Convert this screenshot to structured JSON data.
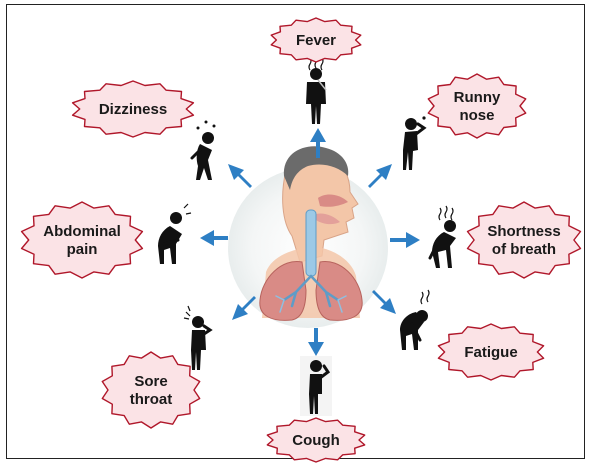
{
  "symptoms": [
    {
      "id": "fever",
      "lines": [
        "Fever"
      ]
    },
    {
      "id": "runny-nose",
      "lines": [
        "Runny",
        "nose"
      ]
    },
    {
      "id": "shortness-of-breath",
      "lines": [
        "Shortness",
        "of breath"
      ]
    },
    {
      "id": "fatigue",
      "lines": [
        "Fatigue"
      ]
    },
    {
      "id": "cough",
      "lines": [
        "Cough"
      ]
    },
    {
      "id": "sore-throat",
      "lines": [
        "Sore",
        "throat"
      ]
    },
    {
      "id": "abdominal-pain",
      "lines": [
        "Abdominal",
        "pain"
      ]
    },
    {
      "id": "dizziness",
      "lines": [
        "Dizziness"
      ]
    }
  ],
  "colors": {
    "badge_fill": "#fbe3e6",
    "badge_stroke": "#b0172a",
    "arrow": "#2e7fc4",
    "figure": "#111111",
    "skin": "#f3c6a8",
    "lung": "#d98b86",
    "airway": "#9cc9e6"
  },
  "icons": [
    "person-fever-icon",
    "person-runny-nose-icon",
    "person-shortness-of-breath-icon",
    "person-fatigue-icon",
    "person-cough-icon",
    "person-sore-throat-icon",
    "person-abdominal-pain-icon",
    "person-dizziness-icon",
    "respiratory-anatomy-icon"
  ]
}
